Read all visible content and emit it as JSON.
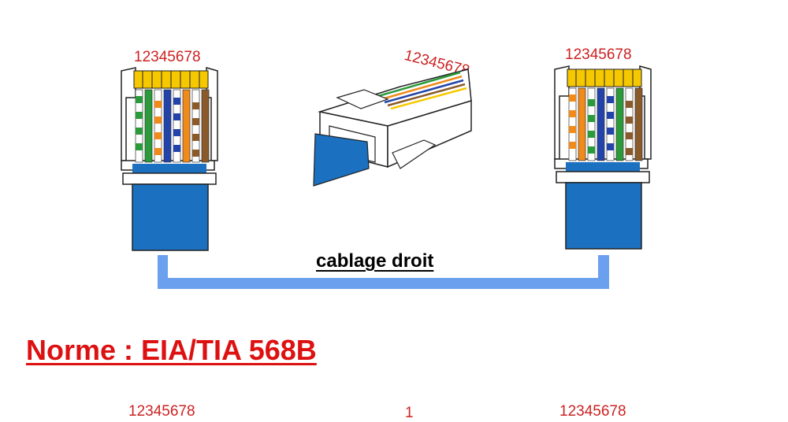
{
  "diagram": {
    "left_connector": {
      "pin_label": "12345678"
    },
    "center_connector": {
      "pin_label": "12345678"
    },
    "right_connector": {
      "pin_label": "12345678"
    },
    "cable_title": "cablage droit",
    "standard_title": "Norme : EIA/TIA 568B",
    "bottom_partial": {
      "left_label": "12345678",
      "center_label": "1",
      "right_label": "12345678"
    }
  },
  "colors": {
    "pin_label": "#cc2222",
    "link_line": "#6aa0ee",
    "cable_blue": "#1b70c0",
    "title_red": "#dd1111",
    "gold": "#f6c800"
  },
  "wire_order_568B": [
    "white-orange",
    "orange",
    "white-green",
    "blue",
    "white-blue",
    "green",
    "white-brown",
    "brown"
  ]
}
